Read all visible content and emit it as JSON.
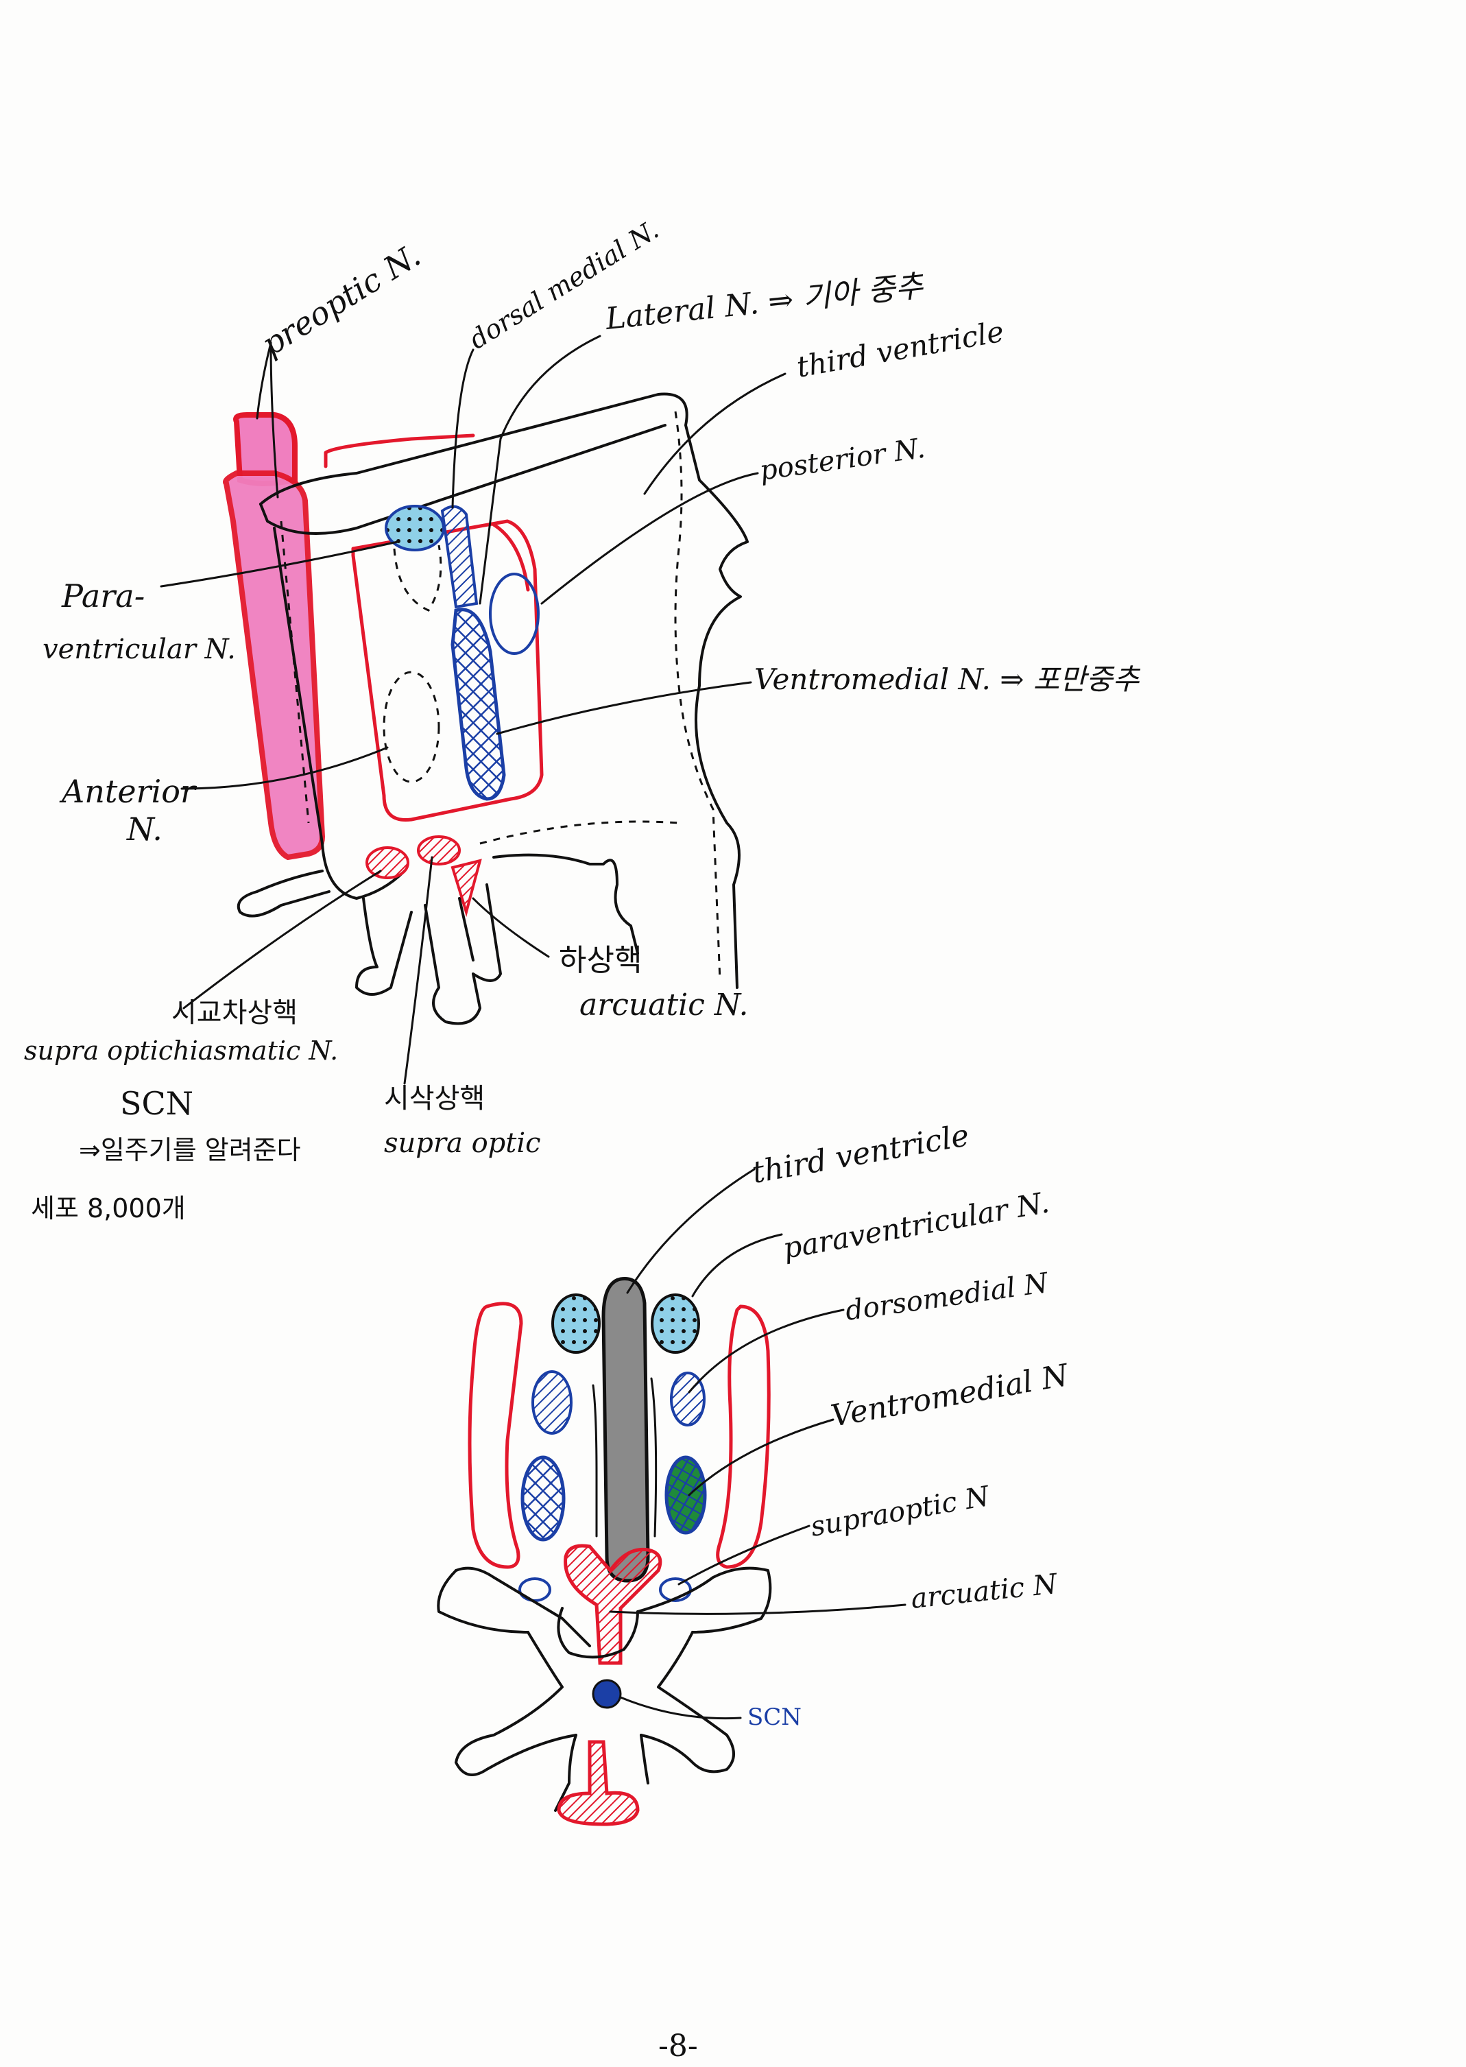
{
  "colors": {
    "ink": "#111111",
    "red": "#e3182c",
    "pink": "#f07fbf",
    "blue": "#1b3fa6",
    "light_blue": "#8fd0e8",
    "grey": "#8a8a8a",
    "green": "#1f8a3a"
  },
  "upper_diagram": {
    "labels": {
      "preoptic": "preoptic N.",
      "dorsal_medial": "dorsal medial N.",
      "lateral": "Lateral N. ⇒ 기아 중추",
      "third_ventricle": "third ventricle",
      "posterior": "posterior N.",
      "para_1": "Para-",
      "para_2": "ventricular N.",
      "ventromedial": "Ventromedial N. ⇒ 포만중추",
      "anterior_1": "Anterior",
      "anterior_2": "N.",
      "arcuate_ko": "하상핵",
      "arcuate": "arcuatic N.",
      "scn_ko": "시교차상핵",
      "scn": "supra optichiasmatic N.",
      "scn_abbr": "SCN",
      "scn_note": "⇒일주기를 알려준다",
      "scn_cells": "세포 8,000개",
      "supraoptic_ko": "시삭상핵",
      "supraoptic": "supra optic"
    }
  },
  "lower_diagram": {
    "labels": {
      "third_ventricle": "third ventricle",
      "paraventricular": "paraventricular N.",
      "dorsomedial": "dorsomedial N",
      "ventromedial": "Ventromedial N",
      "supraoptic": "supraoptic N",
      "arcuatic": "arcuatic N",
      "scn": "SCN"
    }
  },
  "page_number": "-8-"
}
